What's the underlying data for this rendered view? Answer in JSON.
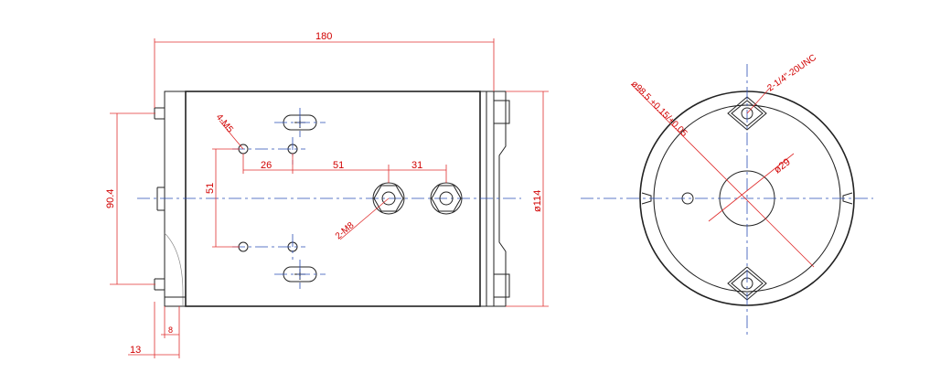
{
  "dimensions": {
    "overall_length": "180",
    "flange_width": "13",
    "flange_step": "8",
    "bolt_pitch_height": "90.4",
    "hole_spacing_vertical": "51",
    "hole_spacing_26": "26",
    "hole_spacing_51": "51",
    "terminal_spacing": "31",
    "body_diameter": "ø114",
    "mounting_holes": "4-M5",
    "terminals": "2-M8",
    "pitch_circle": "ø98.5 +0.15/+0.05",
    "thread_holes": "2-1/4\"-20UNC",
    "shaft_bore": "ø29"
  }
}
